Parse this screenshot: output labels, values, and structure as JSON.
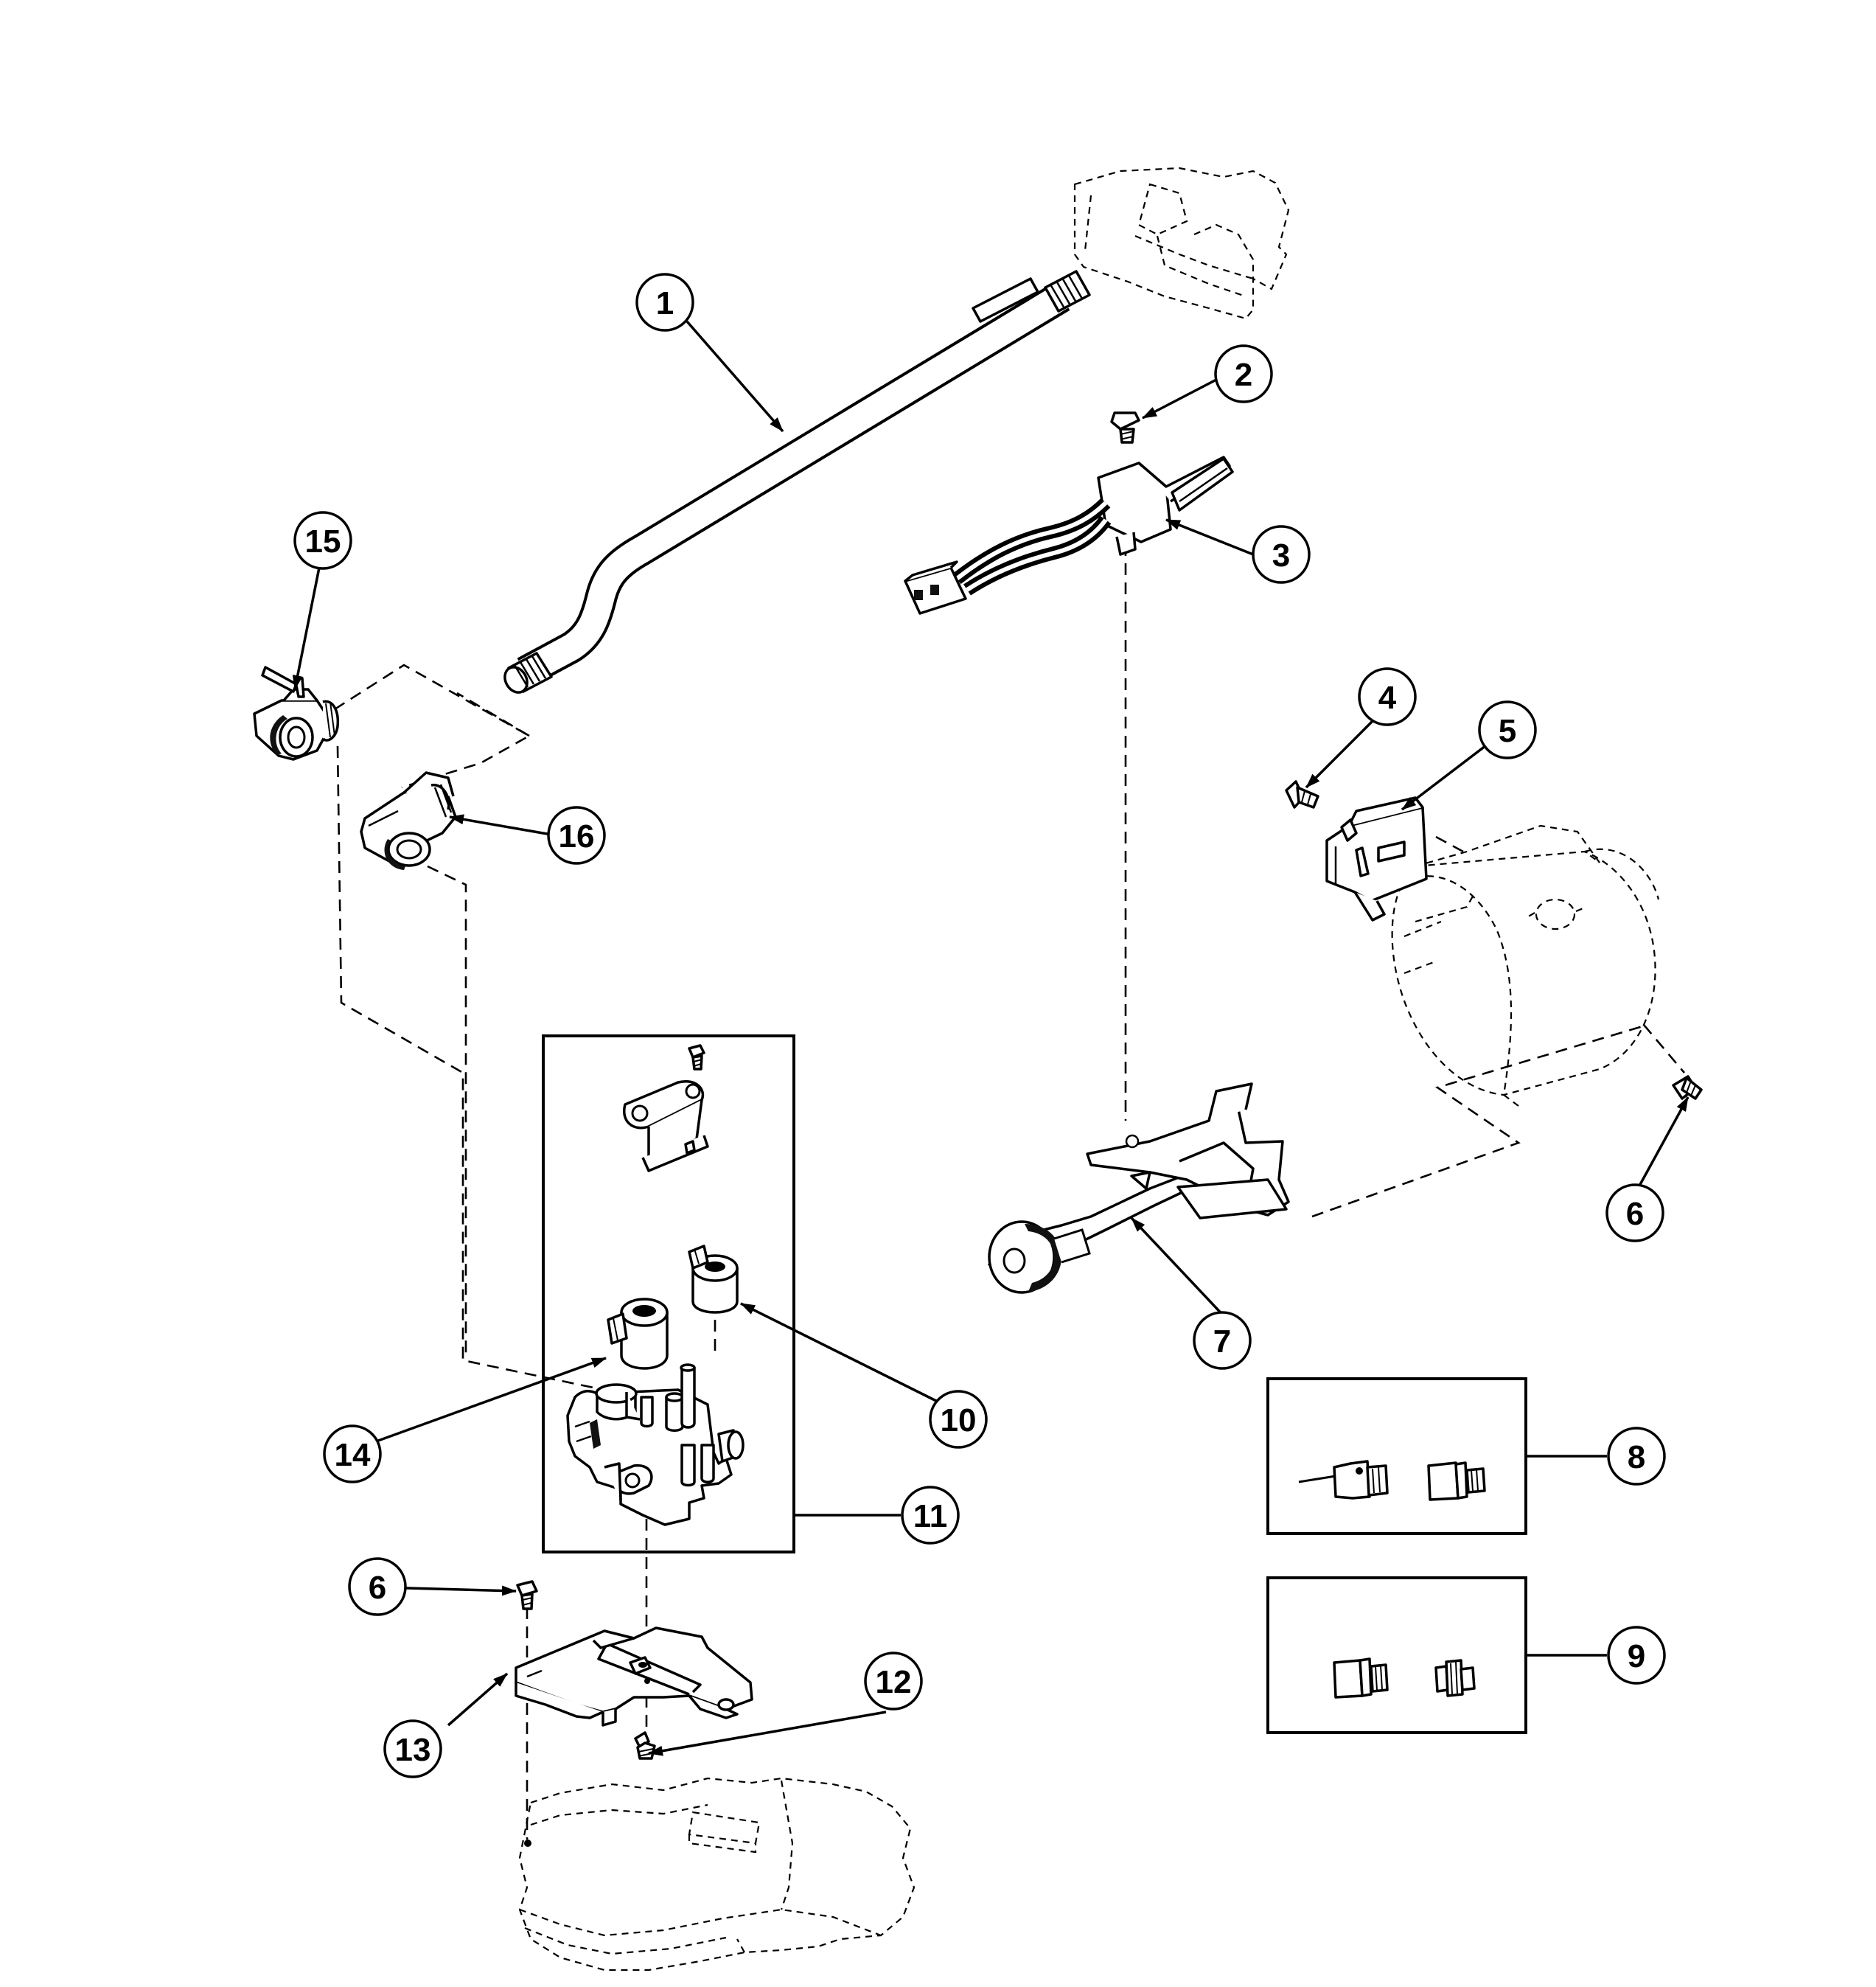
{
  "diagram": {
    "callouts": [
      {
        "id": "c1",
        "label": "1"
      },
      {
        "id": "c2",
        "label": "2"
      },
      {
        "id": "c3",
        "label": "3"
      },
      {
        "id": "c4",
        "label": "4"
      },
      {
        "id": "c5",
        "label": "5"
      },
      {
        "id": "c6a",
        "label": "6"
      },
      {
        "id": "c6b",
        "label": "6"
      },
      {
        "id": "c7",
        "label": "7"
      },
      {
        "id": "c8",
        "label": "8"
      },
      {
        "id": "c9",
        "label": "9"
      },
      {
        "id": "c10",
        "label": "10"
      },
      {
        "id": "c11",
        "label": "11"
      },
      {
        "id": "c12",
        "label": "12"
      },
      {
        "id": "c13",
        "label": "13"
      },
      {
        "id": "c14",
        "label": "14"
      },
      {
        "id": "c15",
        "label": "15"
      },
      {
        "id": "c16",
        "label": "16"
      }
    ]
  }
}
